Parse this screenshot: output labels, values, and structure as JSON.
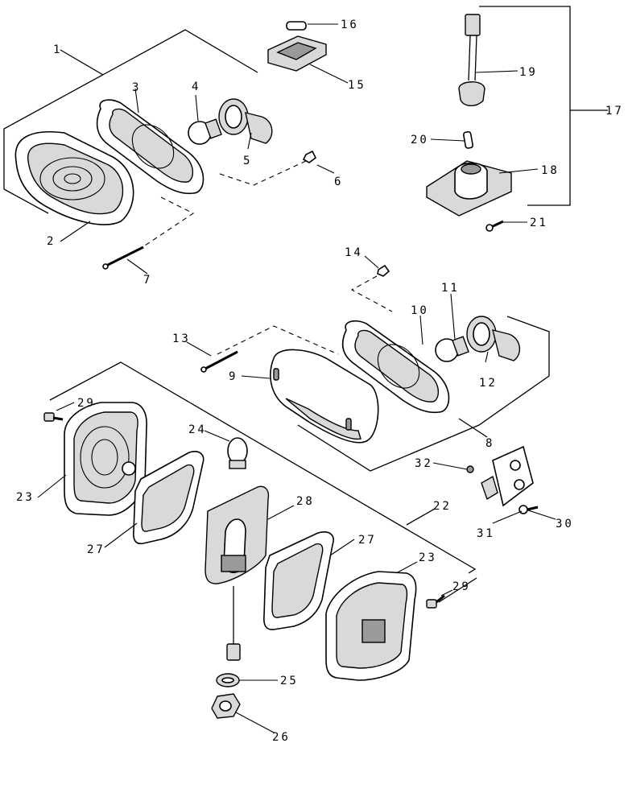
{
  "callouts": [
    {
      "id": "1",
      "text": "1"
    },
    {
      "id": "2",
      "text": "2"
    },
    {
      "id": "3",
      "text": "3"
    },
    {
      "id": "4",
      "text": "4"
    },
    {
      "id": "5",
      "text": "5"
    },
    {
      "id": "6",
      "text": "6"
    },
    {
      "id": "7",
      "text": "7"
    },
    {
      "id": "8",
      "text": "8"
    },
    {
      "id": "9",
      "text": "9"
    },
    {
      "id": "10",
      "text": "10"
    },
    {
      "id": "11",
      "text": "11"
    },
    {
      "id": "12",
      "text": "12"
    },
    {
      "id": "13",
      "text": "13"
    },
    {
      "id": "14",
      "text": "14"
    },
    {
      "id": "15",
      "text": "15"
    },
    {
      "id": "16",
      "text": "16"
    },
    {
      "id": "17",
      "text": "17"
    },
    {
      "id": "18",
      "text": "18"
    },
    {
      "id": "19",
      "text": "19"
    },
    {
      "id": "20",
      "text": "20"
    },
    {
      "id": "21",
      "text": "21"
    },
    {
      "id": "22",
      "text": "22"
    },
    {
      "id": "23a",
      "text": "23"
    },
    {
      "id": "23b",
      "text": "23"
    },
    {
      "id": "24",
      "text": "24"
    },
    {
      "id": "25",
      "text": "25"
    },
    {
      "id": "26",
      "text": "26"
    },
    {
      "id": "27a",
      "text": "27"
    },
    {
      "id": "27b",
      "text": "27"
    },
    {
      "id": "28",
      "text": "28"
    },
    {
      "id": "29a",
      "text": "29"
    },
    {
      "id": "29b",
      "text": "29"
    },
    {
      "id": "30",
      "text": "30"
    },
    {
      "id": "31",
      "text": "31"
    },
    {
      "id": "32",
      "text": "32"
    }
  ]
}
